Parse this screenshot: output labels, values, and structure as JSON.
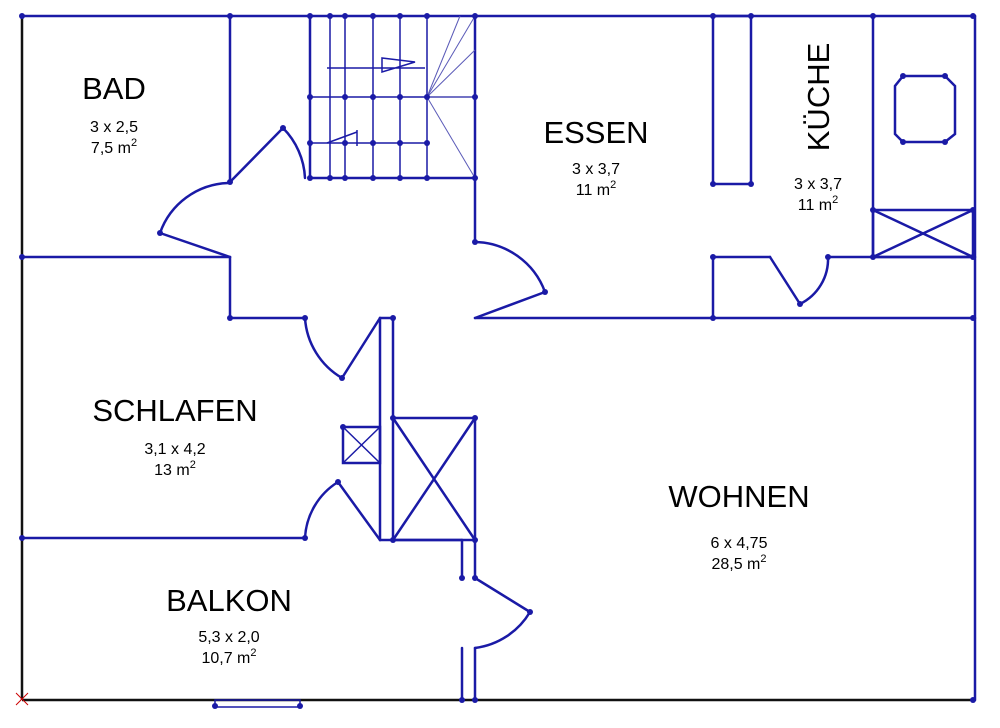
{
  "rooms": [
    {
      "id": "bad",
      "name": "BAD",
      "dims": "3 x 2,5",
      "area_num": "7,5 m",
      "area_sup": "2"
    },
    {
      "id": "essen",
      "name": "ESSEN",
      "dims": "3 x 3,7",
      "area_num": "11 m",
      "area_sup": "2"
    },
    {
      "id": "kueche",
      "name": "KÜCHE",
      "dims": "3 x 3,7",
      "area_num": "11 m",
      "area_sup": "2"
    },
    {
      "id": "schlafen",
      "name": "SCHLAFEN",
      "dims": "3,1 x 4,2",
      "area_num": "13 m",
      "area_sup": "2"
    },
    {
      "id": "wohnen",
      "name": "WOHNEN",
      "dims": "6 x 4,75",
      "area_num": "28,5 m",
      "area_sup": "2"
    },
    {
      "id": "balkon",
      "name": "BALKON",
      "dims": "5,3 x 2,0",
      "area_num": "10,7 m",
      "area_sup": "2"
    }
  ],
  "colors": {
    "wall": "#1a1aa6",
    "outline": "#111111",
    "background": "#ffffff"
  }
}
